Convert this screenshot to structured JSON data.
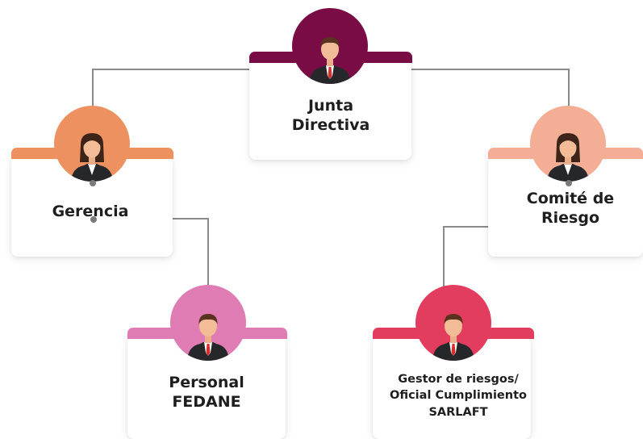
{
  "nodes": {
    "junta": {
      "line1": "Junta",
      "line2": "Directiva",
      "icon": "man-in-suit-icon",
      "color": "#7a0c45"
    },
    "gerencia": {
      "line1": "Gerencia",
      "line2": "",
      "icon": "woman-in-suit-icon",
      "color": "#ee9161"
    },
    "comite": {
      "line1": "Comité de",
      "line2": "Riesgo",
      "icon": "woman-in-suit-icon",
      "color": "#f4ae95"
    },
    "personal": {
      "line1": "Personal",
      "line2": "FEDANE",
      "icon": "man-in-suit-icon",
      "color": "#e07cb4"
    },
    "gestor": {
      "line1": "Gestor de riesgos/",
      "line2": "Oficial Cumplimiento",
      "line3": "SARLAFT",
      "icon": "man-in-suit-icon",
      "color": "#e23d5e"
    }
  }
}
